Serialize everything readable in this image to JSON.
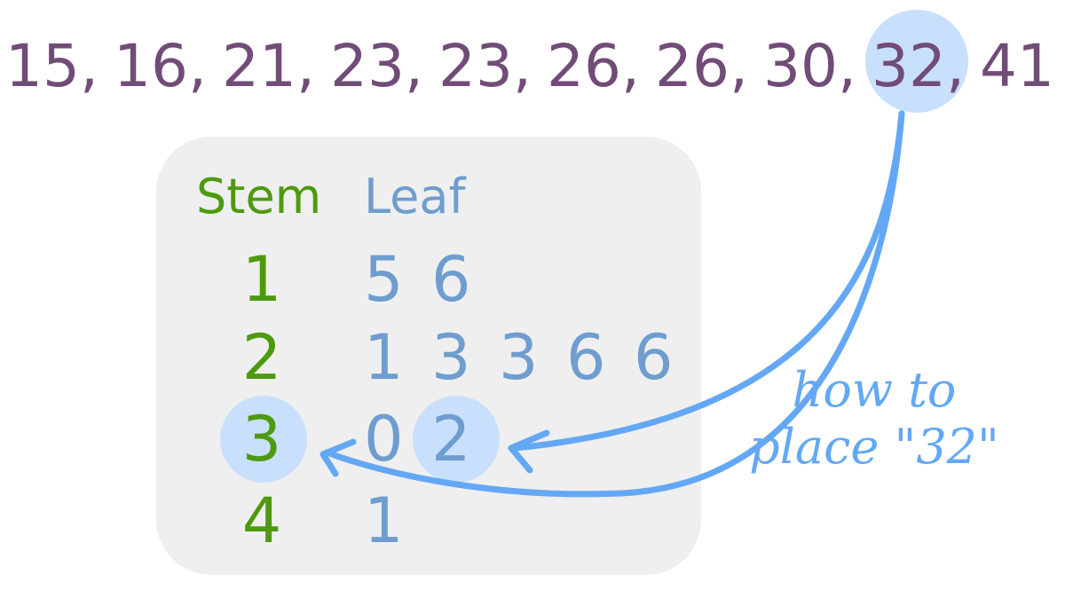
{
  "sequence": {
    "items": [
      "15",
      "16",
      "21",
      "23",
      "23",
      "26",
      "26",
      "30",
      "32",
      "41"
    ],
    "separator": ",",
    "highlighted": "32"
  },
  "table": {
    "stem_header": "Stem",
    "leaf_header": "Leaf",
    "rows": [
      {
        "stem": "1",
        "leaves": [
          "5",
          "6"
        ]
      },
      {
        "stem": "2",
        "leaves": [
          "1",
          "3",
          "3",
          "6",
          "6"
        ]
      },
      {
        "stem": "3",
        "leaves": [
          "0",
          "2"
        ]
      },
      {
        "stem": "4",
        "leaves": [
          "1"
        ]
      }
    ]
  },
  "annotation": {
    "line1": "how to",
    "line2": "place \"32\""
  },
  "colors": {
    "sequence": "#724c78",
    "stem": "#4e9a0f",
    "leaf": "#6f9dcf",
    "highlight": "#c8e0fb",
    "arrow": "#64a8f5",
    "panel": "#efefef"
  }
}
